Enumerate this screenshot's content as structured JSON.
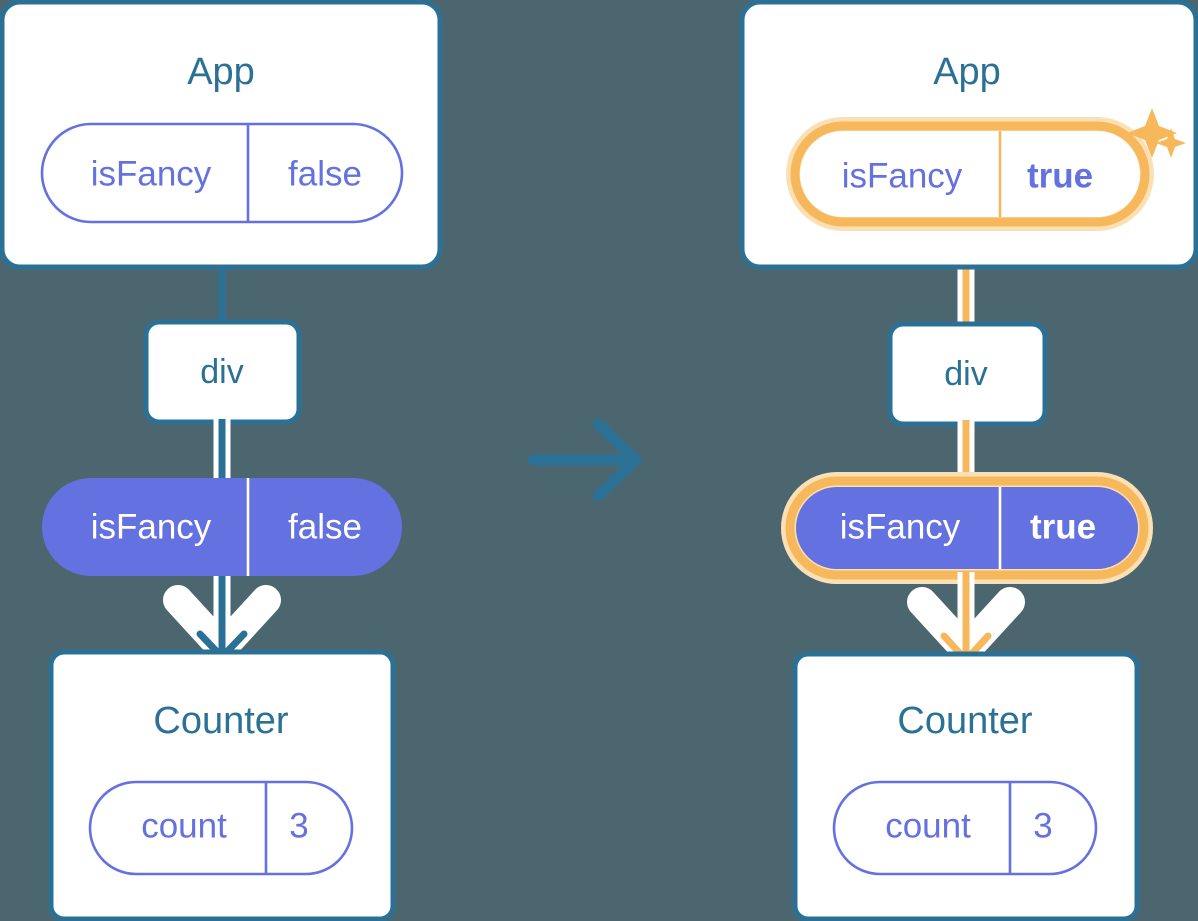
{
  "diagram": {
    "title": "React state propagation before and after isFancy update",
    "background_color": "#4c6670",
    "accent_blue": "#2b7196",
    "accent_purple": "#6471e0",
    "accent_orange": "#f7b85c",
    "accent_orange_glow": "#fbe0b5",
    "transition_arrow": "step-arrow-right"
  },
  "before": {
    "app": {
      "title": "App",
      "state_pill": {
        "name": "isFancy",
        "value": "false",
        "highlighted": false
      }
    },
    "div": {
      "label": "div"
    },
    "prop_pill": {
      "name": "isFancy",
      "value": "false",
      "highlighted": false
    },
    "counter": {
      "title": "Counter",
      "state_pill": {
        "name": "count",
        "value": "3",
        "highlighted": false
      }
    }
  },
  "after": {
    "app": {
      "title": "App",
      "state_pill": {
        "name": "isFancy",
        "value": "true",
        "highlighted": true
      }
    },
    "div": {
      "label": "div"
    },
    "prop_pill": {
      "name": "isFancy",
      "value": "true",
      "highlighted": true
    },
    "counter": {
      "title": "Counter",
      "state_pill": {
        "name": "count",
        "value": "3",
        "highlighted": false
      }
    }
  }
}
